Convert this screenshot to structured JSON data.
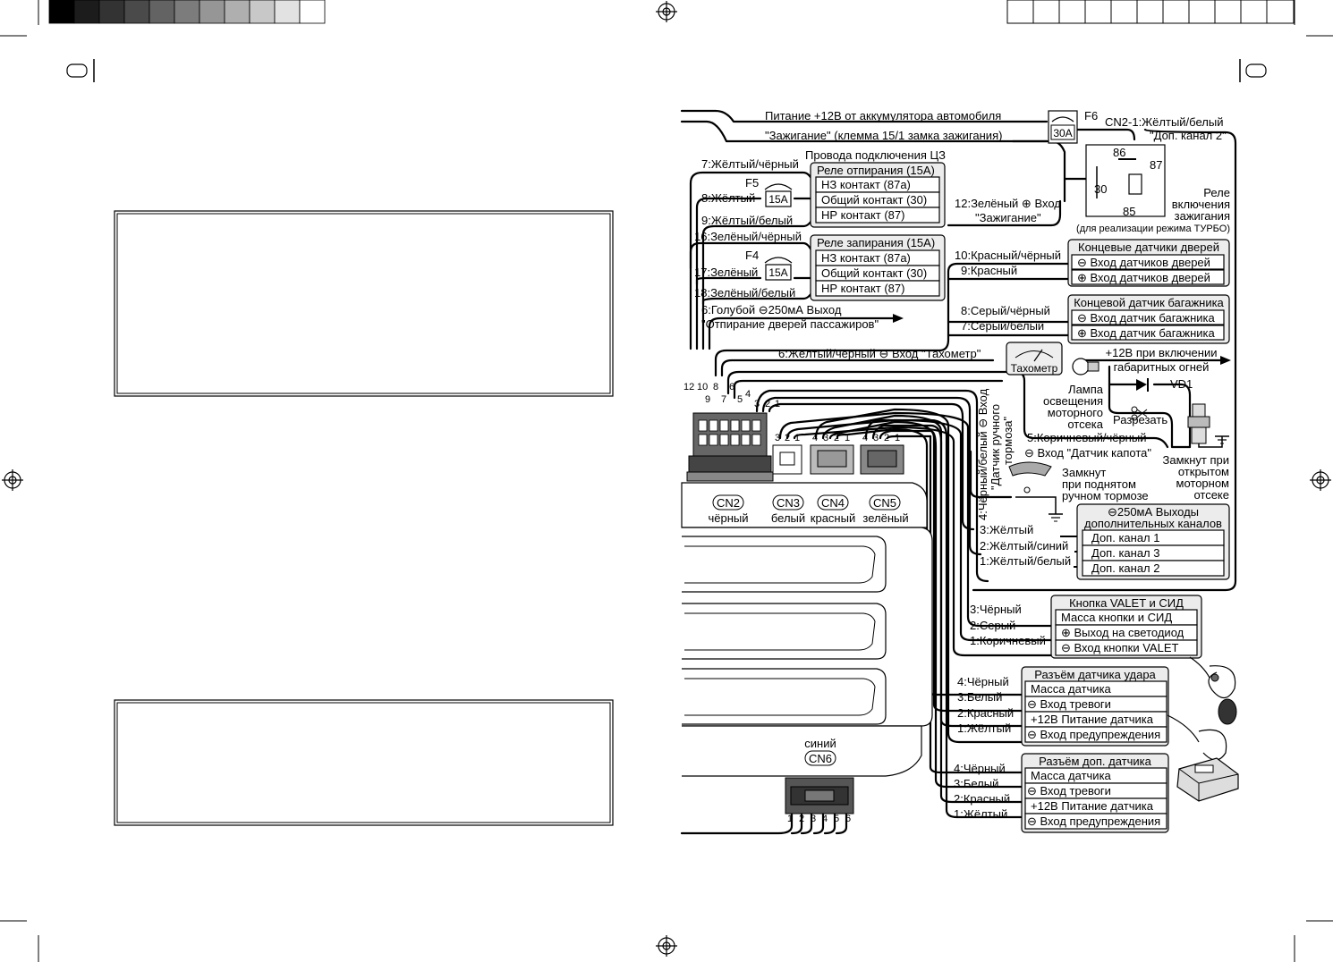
{
  "markers": {
    "left_page": "",
    "right_page": ""
  },
  "power": {
    "battery": "Питание +12В от аккумулятора автомобиля",
    "ignition": "\"Зажигание\" (клемма 15/1 замка зажигания)",
    "fuse_f6": "F6",
    "fuse_f6_rating": "30A",
    "cn21": "CN2-1:Жёлтый/белый",
    "extra_ch2": "\"Доп. канал 2\""
  },
  "relay_turbo": {
    "pin86": "86",
    "pin87": "87",
    "pin30": "30",
    "pin85": "85",
    "label_1": "Реле",
    "label_2": "включения",
    "label_3": "зажигания",
    "note": "(для реализации режима ТУРБО)"
  },
  "central_lock": {
    "title": "Провода подключения ЦЗ"
  },
  "unlock_relay": {
    "title": "Реле отпирания (15А)",
    "rows": [
      "НЗ контакт (87а)",
      "Общий контакт (30)",
      "НР контакт (87)"
    ],
    "wires": [
      "7:Жёлтый/чёрный",
      "8:Жёлтый",
      "9:Жёлтый/белый"
    ],
    "fuse": "F5",
    "fuse_rating": "15A"
  },
  "lock_relay": {
    "title": "Реле запирания (15А)",
    "rows": [
      "НЗ контакт (87а)",
      "Общий контакт (30)",
      "НР контакт (87)"
    ],
    "wires": [
      "16:Зелёный/чёрный",
      "17:Зелёный",
      "18:Зелёный/белый"
    ],
    "fuse": "F4",
    "fuse_rating": "15A"
  },
  "passenger": {
    "line1": "6:Голубой ⊖250мА Выход",
    "line2": "\"Отпирание дверей пассажиров\""
  },
  "ignition_in": {
    "line1": "12:Зелёный ⊕ Вход",
    "line2": "\"Зажигание\""
  },
  "door_sensors": {
    "title": "Концевые датчики дверей",
    "rows": [
      "⊖ Вход датчиков дверей",
      "⊕ Вход датчиков дверей"
    ],
    "wires": [
      "10:Красный/чёрный",
      "9:Красный"
    ]
  },
  "trunk_sensor": {
    "title": "Концевой датчик багажника",
    "rows": [
      "⊖ Вход датчик багажника",
      "⊕ Вход датчик багажника"
    ],
    "wires": [
      "8:Серый/чёрный",
      "7:Серый/белый"
    ]
  },
  "tacho": {
    "wire": "6:Жёлтый/чёрный ⊖ Вход \"Тахометр\"",
    "gauge": "Тахометр"
  },
  "lights": {
    "line1": "+12В при включении",
    "line2": "габаритных огней",
    "diode": "VD1",
    "lamp": [
      "Лампа",
      "освещения",
      "моторного",
      "отсека"
    ],
    "cut": "Разрезать"
  },
  "hood": {
    "wire": "5:Коричневый/чёрный",
    "input": "⊖ Вход \"Датчик капота\"",
    "closed": [
      "Замкнут при",
      "открытом",
      "моторном",
      "отсеке"
    ]
  },
  "handbrake": {
    "vertical_1": "4:Чёрный/белый ⊖ Вход",
    "vertical_2": "\"Датчик ручного",
    "vertical_3": "тормоза\"",
    "closed": [
      "Замкнут",
      "при поднятом",
      "ручном тормозе"
    ]
  },
  "extra_outputs": {
    "title1": "⊖250мА Выходы",
    "title2": "дополнительных каналов",
    "rows": [
      "Доп. канал 1",
      "Доп. канал 3",
      "Доп. канал 2"
    ],
    "wires": [
      "3:Жёлтый",
      "2:Жёлтый/синий",
      "1:Жёлтый/белый"
    ]
  },
  "valet": {
    "title": "Кнопка VALET и СИД",
    "rows": [
      "Масса кнопки и СИД",
      "⊕ Выход на светодиод",
      "⊖ Вход кнопки VALET"
    ],
    "wires": [
      "3:Чёрный",
      "2:Серый",
      "1:Коричневый"
    ]
  },
  "shock": {
    "title": "Разъём датчика удара",
    "rows": [
      "Масса датчика",
      "⊖ Вход тревоги",
      "+12В Питание датчика",
      "⊖ Вход предупреждения"
    ],
    "wires": [
      "4:Чёрный",
      "3:Белый",
      "2:Красный",
      "1:Жёлтый"
    ]
  },
  "extra_sensor": {
    "title": "Разъём доп. датчика",
    "rows": [
      "Масса датчика",
      "⊖ Вход тревоги",
      "+12В Питание датчика",
      "⊖ Вход предупреждения"
    ],
    "wires": [
      "4:Чёрный",
      "3:Белый",
      "2:Красный",
      "1:Жёлтый"
    ]
  },
  "connectors": {
    "cn2": "CN2",
    "cn2_color": "чёрный",
    "cn3": "CN3",
    "cn3_color": "белый",
    "cn4": "CN4",
    "cn4_color": "красный",
    "cn5": "CN5",
    "cn5_color": "зелёный",
    "cn6": "CN6",
    "cn6_color": "синий",
    "cn2_pins_top": [
      "12",
      "10",
      "8",
      "6",
      "4"
    ],
    "cn2_pins_mid": [
      "9",
      "7",
      "5",
      "3",
      "2",
      "1"
    ],
    "cn3_pins": [
      "3",
      "2",
      "1"
    ],
    "cn4_pins": [
      "4",
      "3",
      "2",
      "1"
    ],
    "cn5_pins": [
      "4",
      "3",
      "2",
      "1"
    ],
    "cn6_pins": [
      "1",
      "2",
      "3",
      "4",
      "5",
      "6"
    ]
  },
  "colors": {
    "gray_strip": [
      "#000000",
      "#1c1c1c",
      "#333333",
      "#4a4a4a",
      "#636363",
      "#7c7c7c",
      "#969696",
      "#afafaf",
      "#c8c8c8",
      "#e2e2e2",
      "#ffffff"
    ]
  }
}
